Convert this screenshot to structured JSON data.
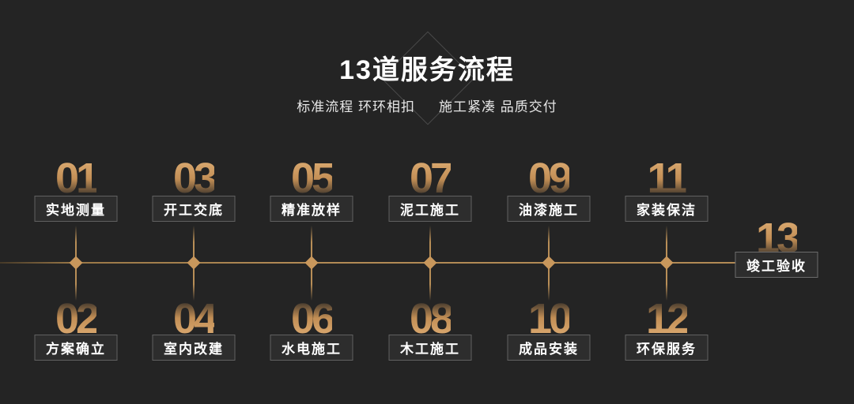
{
  "page": {
    "background": "#242424",
    "accent_gold": "#c8975c",
    "tag_background": "#2d2d2d",
    "tag_border": "#616161"
  },
  "header": {
    "title": "13道服务流程",
    "subtitle_left": "标准流程 环环相扣",
    "subtitle_right": "施工紧凑 品质交付"
  },
  "steps": [
    {
      "number": "01",
      "label": "实地测量"
    },
    {
      "number": "02",
      "label": "方案确立"
    },
    {
      "number": "03",
      "label": "开工交底"
    },
    {
      "number": "04",
      "label": "室内改建"
    },
    {
      "number": "05",
      "label": "精准放样"
    },
    {
      "number": "06",
      "label": "水电施工"
    },
    {
      "number": "07",
      "label": "泥工施工"
    },
    {
      "number": "08",
      "label": "木工施工"
    },
    {
      "number": "09",
      "label": "油漆施工"
    },
    {
      "number": "10",
      "label": "成品安装"
    },
    {
      "number": "11",
      "label": "家装保洁"
    },
    {
      "number": "12",
      "label": "环保服务"
    },
    {
      "number": "13",
      "label": "竣工验收"
    }
  ]
}
